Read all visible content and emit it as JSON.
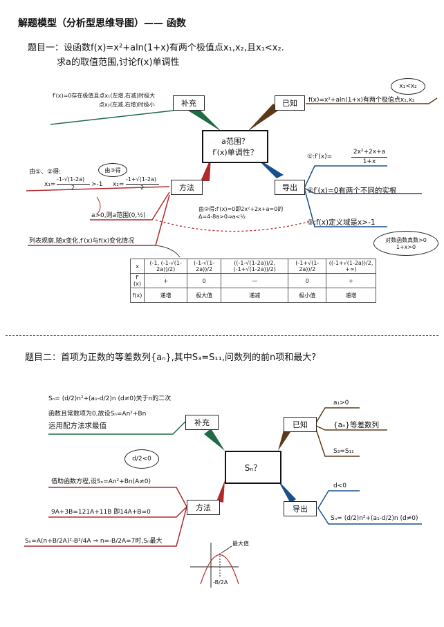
{
  "header": {
    "title": "解题模型（分析型思维导图）—— 函数"
  },
  "problem1": {
    "line1": "题目一：设函数f(x)=x²+aln(1+x)有两个极值点x₁,x₂,且x₁<x₂.",
    "line2": "求a的取值范围,讨论f(x)单调性",
    "center_line1": "a范围？",
    "center_line2": "f′(x)单调性？",
    "nodes": {
      "supplement": "补充",
      "known": "已知",
      "method": "方法",
      "derive": "导出"
    },
    "supplement_text1": "f′(x)=0存在极值且点x₁(左增,右减)时极大",
    "supplement_text2": "点x₂(左减,右增)时极小",
    "known_text": "f(x)=x²+aln(1+x)有两个极值点x₁,x₂",
    "known_bubble": "x₁<x₂",
    "derive1_label": "①:f′(x)=",
    "derive1_num": "2x²+2x+a",
    "derive1_den": "1+x",
    "derive2": "②f′(x)=0有两个不同的实根",
    "derive3": "③:f(x)定义域是x>-1",
    "derive3_bubble_line1": "对数函数真数>0",
    "derive3_bubble_line2": "1+x>0",
    "method_from12": "由①、②得:",
    "method_from3": "由③得",
    "method_x1": "x₁=",
    "method_x1_num": "-1-√(1-2a)",
    "method_x1_den": "2",
    "method_gt": ">-1",
    "method_x2": "x₂=",
    "method_x2_num": "-1+√(1-2a)",
    "method_x2_den": "2",
    "method_range": "a>0,则a范围(0,½)",
    "method_note_line1": "由②得:f′(x)=0即2x²+2x+a=0的",
    "method_note_line2": "Δ=4-8a>0⇒a<½",
    "method_list": "列表观察,随x变化,f′(x)与f(x)变化情况",
    "table": {
      "rows": [
        [
          "x",
          "(-1, (-1-√(1-2a))/2)",
          "(-1-√(1-2a))/2",
          "((-1-√(1-2a))/2, (-1+√(1-2a))/2)",
          "(-1+√(1-2a))/2",
          "((-1+√(1-2a))/2, +∞)"
        ],
        [
          "f′(x)",
          "+",
          "0",
          "—",
          "0",
          "+"
        ],
        [
          "f(x)",
          "递增",
          "极大值",
          "递减",
          "极小值",
          "递增"
        ]
      ]
    }
  },
  "problem2": {
    "question": "题目二：首项为正数的等差数列{aₙ},其中S₃=S₁₁,问数列的前n项和最大?",
    "center": "Sₙ？",
    "nodes": {
      "supplement": "补充",
      "known": "已知",
      "method": "方法",
      "derive": "导出"
    },
    "supplement_line1": "Sₙ= (d/2)n²+(a₁-d/2)n (d≠0)关于n的二次",
    "supplement_line2": "函数且常数项为0,故设Sₙ=An²+Bn",
    "supplement_line3": "运用配方法求最值",
    "known1": "a₁>0",
    "known2": "{aₙ}等差数列",
    "known3": "S₃=S₁₁",
    "derive1": "d<0",
    "derive2": "Sₙ= (d/2)n²+(a₁-d/2)n (d≠0)",
    "bubble": "d/2<0",
    "method1": "借助函数方程,设Sₙ=An²+Bn(A≠0)",
    "method2": "9A+3B=121A+11B  即14A+B=0",
    "method3": "Sₙ=A(n+B/2A)²-B²/4A ⇒ n=-B/2A=7时,Sₙ最大",
    "graph_label_max": "最大值",
    "graph_label_axis": "-B/2A"
  },
  "colors": {
    "green": "#1f6b46",
    "blue": "#1a4f8c",
    "red": "#b0292b",
    "olive": "#6b6a1d"
  }
}
